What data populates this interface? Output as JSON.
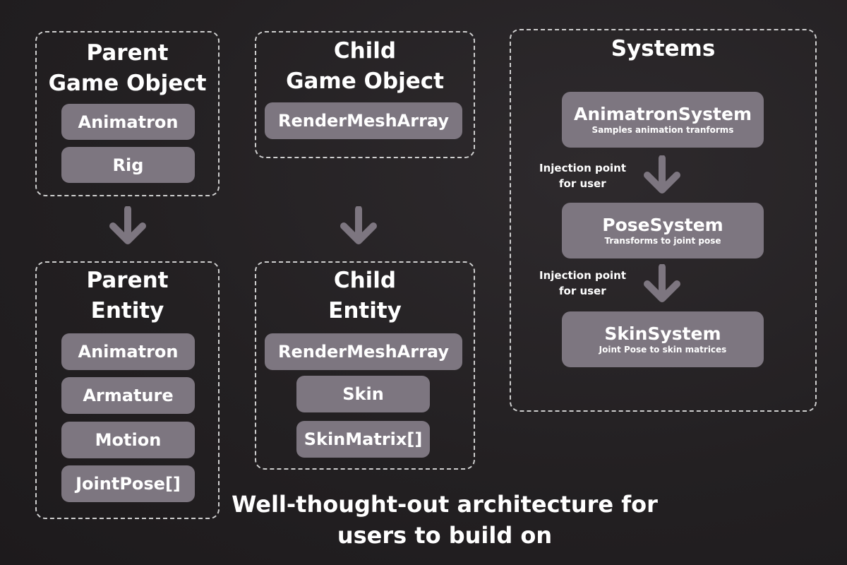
{
  "panels": {
    "parent_game_object": {
      "title_line1": "Parent",
      "title_line2": "Game Object",
      "items": [
        "Animatron",
        "Rig"
      ]
    },
    "child_game_object": {
      "title_line1": "Child",
      "title_line2": "Game Object",
      "items": [
        "RenderMeshArray"
      ]
    },
    "parent_entity": {
      "title_line1": "Parent",
      "title_line2": "Entity",
      "items": [
        "Animatron",
        "Armature",
        "Motion",
        "JointPose[]"
      ]
    },
    "child_entity": {
      "title_line1": "Child",
      "title_line2": "Entity",
      "items": [
        "RenderMeshArray",
        "Skin",
        "SkinMatrix[]"
      ]
    },
    "systems": {
      "title": "Systems",
      "boxes": [
        {
          "name": "AnimatronSystem",
          "desc": "Samples animation tranforms"
        },
        {
          "name": "PoseSystem",
          "desc": "Transforms to joint pose"
        },
        {
          "name": "SkinSystem",
          "desc": "Joint Pose to skin matrices"
        }
      ],
      "injections": [
        {
          "line1": "Injection point",
          "line2": "for user"
        },
        {
          "line1": "Injection point",
          "line2": "for user"
        }
      ]
    }
  },
  "footer": {
    "line1": "Well-thought-out architecture for",
    "line2": "users to build on"
  },
  "colors": {
    "background": "#232022",
    "box_fill": "#7d7680",
    "border": "#cfcfcf",
    "arrow": "#7d7680",
    "text": "#ffffff"
  },
  "icons": {
    "down_arrow": "down-arrow-icon"
  }
}
